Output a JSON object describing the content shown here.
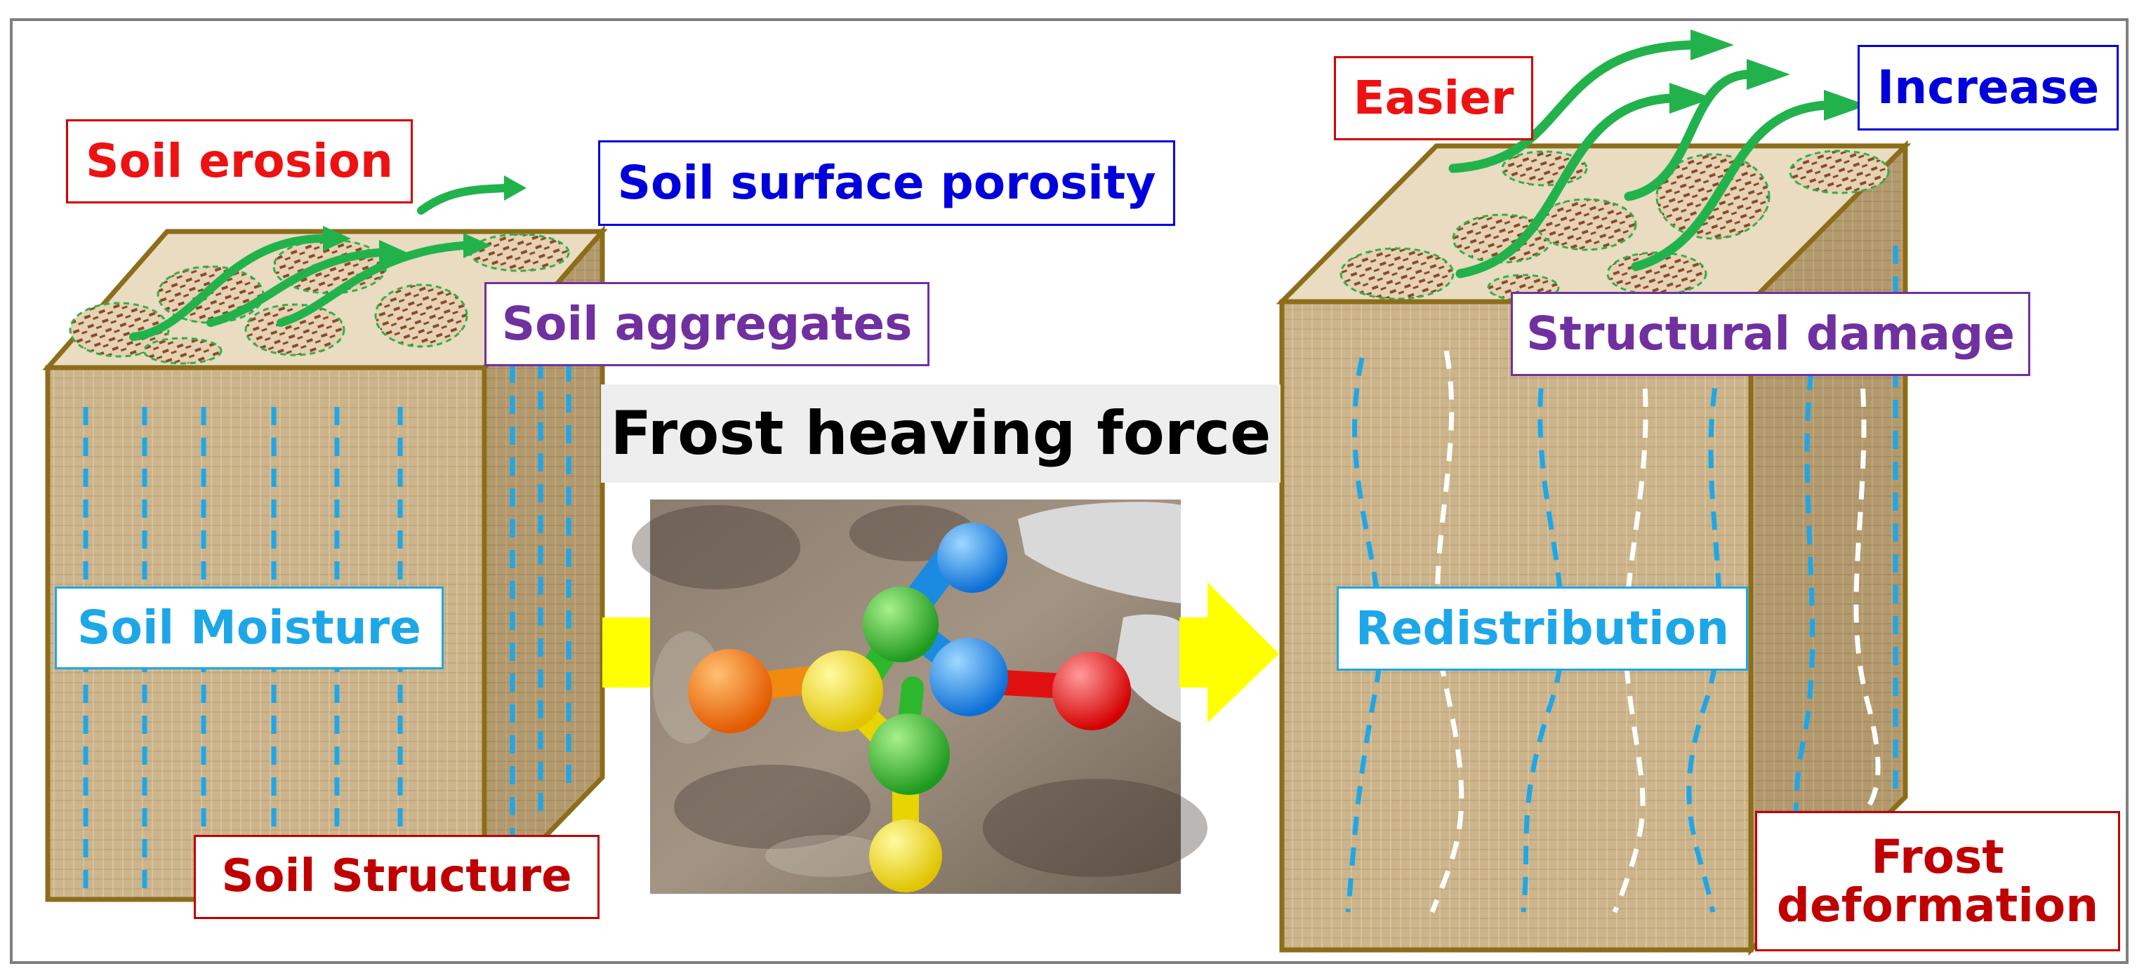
{
  "title": "Frost heaving force",
  "colors": {
    "red": "#ee1111",
    "dark_red": "#c00000",
    "blue": "#0000dd",
    "purple": "#7030a0",
    "cyan": "#1ea7e8",
    "soil": "#c9b28a",
    "frame": "#8c6d1a",
    "arrow": "#ffff00",
    "green": "#22b24c"
  },
  "icons": [
    "green-flow-arrow-icon",
    "yellow-right-arrow-icon",
    "molecule-icon"
  ],
  "before": {
    "soil_erosion": "Soil erosion",
    "surface_porosity": "Soil surface porosity",
    "aggregates": "Soil aggregates",
    "moisture": "Soil Moisture",
    "structure": "Soil Structure"
  },
  "after": {
    "easier": "Easier",
    "increase": "Increase",
    "structural_damage": "Structural damage",
    "redistribution": "Redistribution",
    "frost_deformation_line1": "Frost",
    "frost_deformation_line2": "deformation"
  }
}
